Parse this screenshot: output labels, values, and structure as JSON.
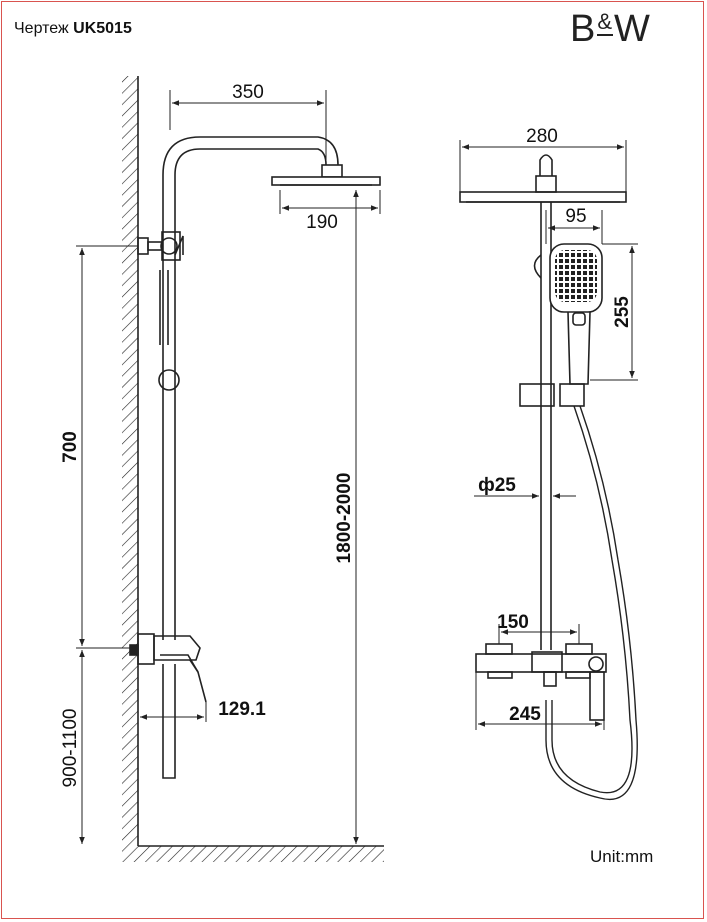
{
  "header": {
    "title_prefix": "Чертеж",
    "model": "UK5015",
    "logo_left": "B",
    "logo_amp": "&",
    "logo_right": "W"
  },
  "units": "Unit:mm",
  "dimensions": {
    "arm_reach": "350",
    "head_diameter": "190",
    "total_height": "1800-2000",
    "bar_length": "700",
    "mixer_height": "900-1100",
    "mixer_projection": "129.1",
    "head_width_front": "280",
    "handshower_width": "95",
    "handshower_length": "255",
    "pipe_diameter": "ф25",
    "mixer_centers": "150",
    "mixer_width": "245"
  },
  "colors": {
    "frame": "#d9534f",
    "line": "#222222"
  }
}
